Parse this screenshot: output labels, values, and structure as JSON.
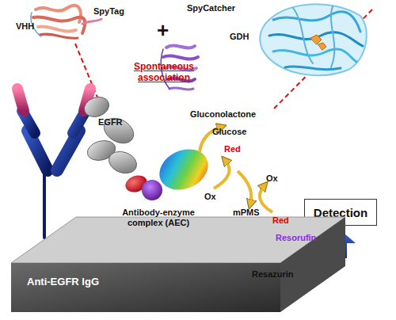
{
  "diagram": {
    "nodes": [
      {
        "text": [
          "Detection"
        ]
      },
      {
        "text": [
          "Anti-EGFR IgG"
        ]
      }
    ],
    "labels": [
      "VHH",
      "SpyTag",
      "+",
      "SpyCatcher",
      "GDH",
      "Spontaneous association",
      "EGFR",
      "Gluconolactone",
      "Glucose",
      "Red",
      "Ox",
      "Antibody-enzyme complex (AEC)",
      "mPMS",
      "Ox",
      "Red",
      "Resazurin",
      "Resorufin"
    ]
  }
}
